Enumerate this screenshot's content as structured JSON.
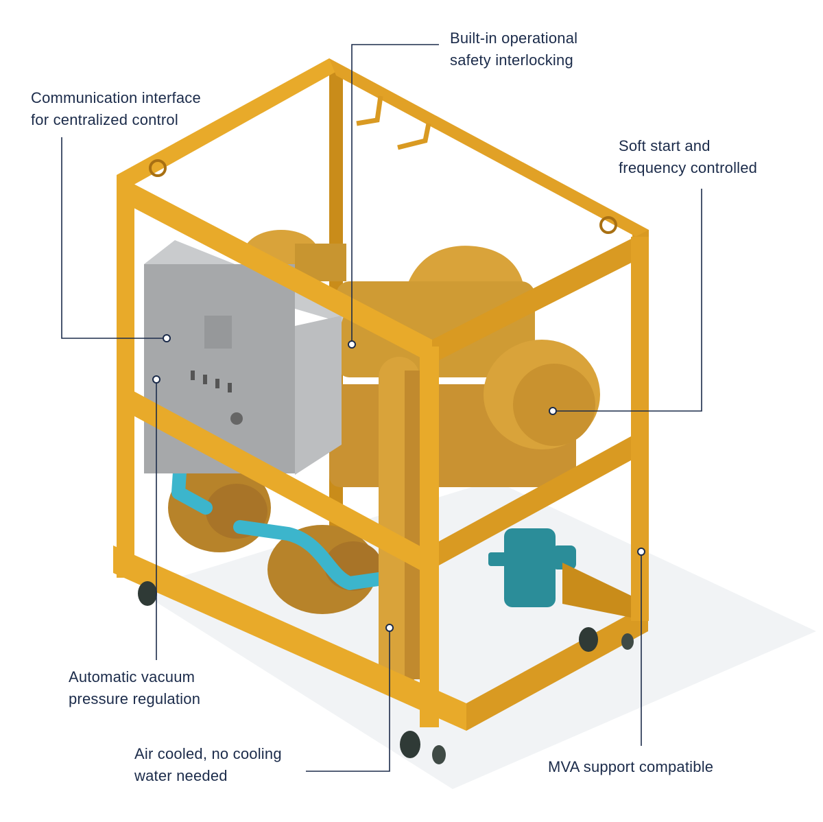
{
  "colors": {
    "frame": "#e8aa2a",
    "frame_shade": "#c98c1a",
    "machine": "#d9a33a",
    "machine_shade": "#b7832a",
    "control_box": "#a6a8aa",
    "pipe": "#3cb5cc",
    "filter": "#2b8d99",
    "wheel": "#2f3a36",
    "leader_line": "#1b2b4a",
    "label_text": "#1b2b4a"
  },
  "callouts": {
    "builtin_interlocking": {
      "line1": "Built-in operational",
      "line2": "safety interlocking"
    },
    "communication_interface": {
      "line1": "Communication interface",
      "line2": "for centralized control"
    },
    "soft_start": {
      "line1": "Soft start and",
      "line2": "frequency controlled"
    },
    "vacuum_regulation": {
      "line1": "Automatic vacuum",
      "line2": "pressure regulation"
    },
    "air_cooled": {
      "line1": "Air cooled, no cooling",
      "line2": "water needed"
    },
    "mva_support": {
      "line1": "MVA support compatible"
    }
  }
}
